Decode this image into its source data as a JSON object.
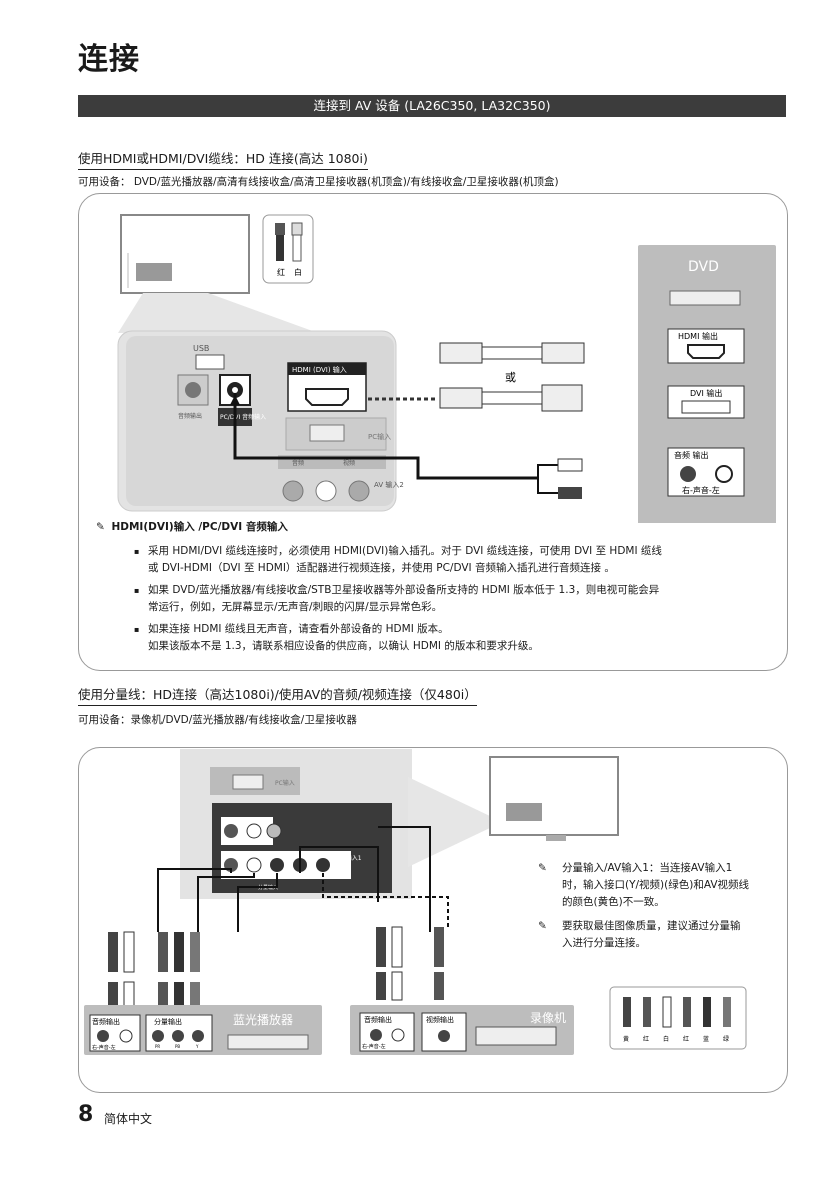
{
  "page": {
    "title": "连接",
    "banner": "连接到 AV 设备 (LA26C350, LA32C350)",
    "number": "8",
    "language": "简体中文"
  },
  "section1": {
    "heading": "使用HDMI或HDMI/DVI缆线：HD 连接(高达 1080i)",
    "available": "可用设备： DVD/蓝光播放器/高清有线接收盒/高清卫星接收器(机顶盒)/有线接收盒/卫星接收器(机顶盒)",
    "diagram": {
      "usb": "USB",
      "audio_out_small": "音频输出",
      "pc_dvi_audio_in": "PC/DVI 音频输入",
      "hdmi_dvi_in": "HDMI (DVI) 输入",
      "pc_in": "PC输入",
      "av_in2": "AV 输入2",
      "or": "或",
      "red": "红",
      "white": "白",
      "video": "视频",
      "audio": "音频",
      "dvd": "DVD",
      "hdmi_out": "HDMI 输出",
      "dvi_out": "DVI 输出",
      "audio_out": "音频 输出",
      "right_audio_left": "右-声音-左"
    },
    "note_title": "HDMI(DVI)输入 /PC/DVI 音频输入",
    "bullets": [
      [
        "采用 HDMI/DVI 缆线连接时，必须使用 HDMI(DVI)输入插孔。对于 DVI 缆线连接，可使用 DVI 至 HDMI 缆线",
        "或 DVI-HDMI（DVI 至 HDMI）适配器进行视频连接，并使用 PC/DVI 音频输入插孔进行音频连接 。"
      ],
      [
        "如果 DVD/蓝光播放器/有线接收盒/STB卫星接收器等外部设备所支持的 HDMI 版本低于 1.3，则电视可能会异",
        "常运行，例如，无屏幕显示/无声音/刺眼的闪屏/显示异常色彩。"
      ],
      [
        "如果连接 HDMI 缆线且无声音，请查看外部设备的 HDMI 版本。",
        "如果该版本不是 1.3，请联系相应设备的供应商，以确认 HDMI 的版本和要求升级。"
      ]
    ]
  },
  "section2": {
    "heading": "使用分量线：HD连接（高达1080i)/使用AV的音频/视频连接（仅480i）",
    "available": "可用设备：录像机/DVD/蓝光播放器/有线接收盒/卫星接收器",
    "diagram": {
      "audio_out": "音频输出",
      "component_out": "分量输出",
      "bluray": "蓝光播放器",
      "vcr": "录像机",
      "video_out": "视频输出",
      "right_audio_left": "右-声音-左",
      "pr": "PR",
      "pb": "PB",
      "y": "Y",
      "component_in": "分量输入",
      "av_in1": "AV 输入1",
      "pc_in": "PC输入",
      "cable_colors": [
        "黄",
        "红",
        "白",
        "红",
        "蓝",
        "绿"
      ]
    },
    "notes": [
      [
        "分量输入/AV输入1：当连接AV输入1",
        "时，输入接口(Y/视频)(绿色)和AV视频线",
        "的颜色(黄色)不一致。"
      ],
      [
        "要获取最佳图像质量，建议通过分量输",
        "入进行分量连接。"
      ]
    ]
  }
}
